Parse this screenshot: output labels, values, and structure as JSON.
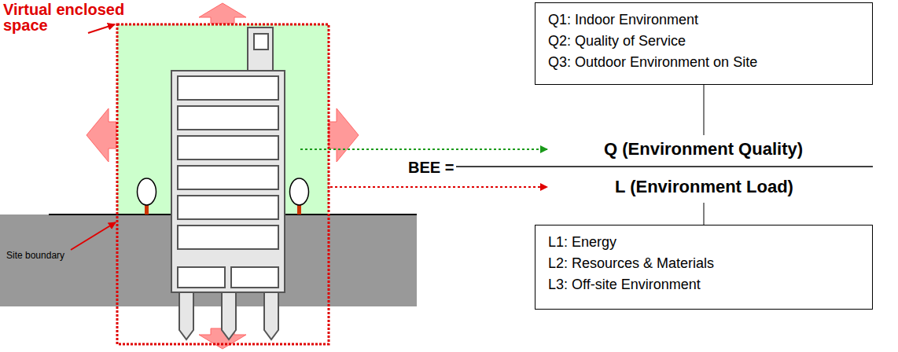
{
  "diagram": {
    "nodes": [
      {
        "text": [
          "Q1: Indoor Environment",
          "Q2: Quality of Service",
          "Q3: Outdoor Environment on Site"
        ]
      },
      {
        "text": [
          "L1: Energy",
          "L2: Resources & Materials",
          "L3: Off-site Environment"
        ]
      }
    ],
    "labels": [
      "Virtual enclosed space",
      "Site boundary",
      "BEE =",
      "Q (Environment Quality)",
      "L (Environment Load)"
    ]
  }
}
